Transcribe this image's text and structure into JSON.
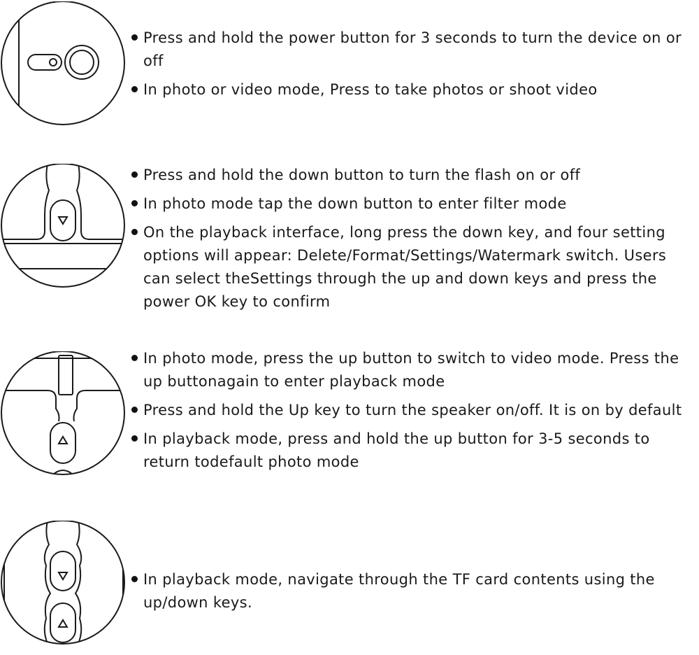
{
  "sections": [
    {
      "illustration": "power-button-icon",
      "bullets": [
        "Press and hold the power button for 3 seconds to turn the device on or off",
        "In photo or video mode, Press to take photos or shoot video"
      ]
    },
    {
      "illustration": "down-button-icon",
      "bullets": [
        "Press and hold the down button to turn the flash on or off",
        "In photo mode tap the down button to enter filter mode",
        "On the playback interface, long press the down key, and four setting options will appear: Delete/Format/Settings/Watermark switch. Users can select theSettings through the up and down keys and press the power OK key to confirm"
      ]
    },
    {
      "illustration": "up-button-icon",
      "bullets": [
        "In photo mode, press the up button to switch to video mode. Press the up buttonagain to enter playback mode",
        "Press and hold the Up key to turn the speaker on/off. It is on by default",
        "In playback mode, press and hold the up button for 3-5 seconds to return todefault photo mode"
      ]
    },
    {
      "illustration": "up-down-buttons-icon",
      "bullets": [
        "In playback mode, navigate through the TF card contents using the up/down keys."
      ]
    }
  ]
}
